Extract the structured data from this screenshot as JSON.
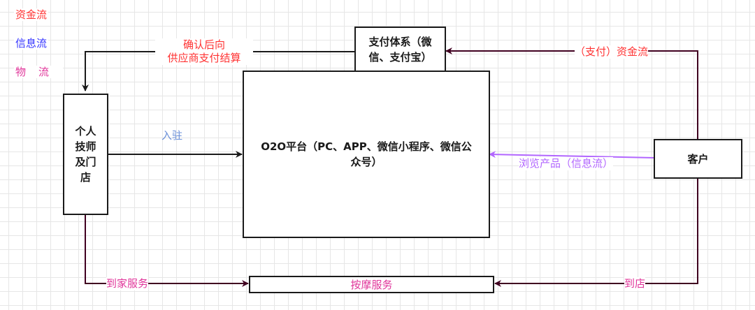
{
  "legend": {
    "money_flow": "资金流",
    "info_flow": "信息流",
    "goods_flow": "物流"
  },
  "nodes": {
    "payment": "支付体系（微信、支付宝）",
    "technician": "个人技师及门店",
    "platform": "O2O平台（PC、APP、微信小程序、微信公众号）",
    "customer": "客户",
    "massage": "按摩服务"
  },
  "edges": {
    "settlement": "确认后向\n供应商支付结算",
    "payment_money": "（支付）资金流",
    "onboard": "入驻",
    "browse": "浏览产品（信息流）",
    "home_service": "到家服务",
    "in_store": "到店"
  },
  "colors": {
    "money": "#ff3333",
    "info": "#3333ff",
    "goods": "#e0359a",
    "onboard_label": "#6a8fd8",
    "browse_line": "#b266ff",
    "dark_line": "#400020",
    "black_line": "#1a1a1a"
  }
}
